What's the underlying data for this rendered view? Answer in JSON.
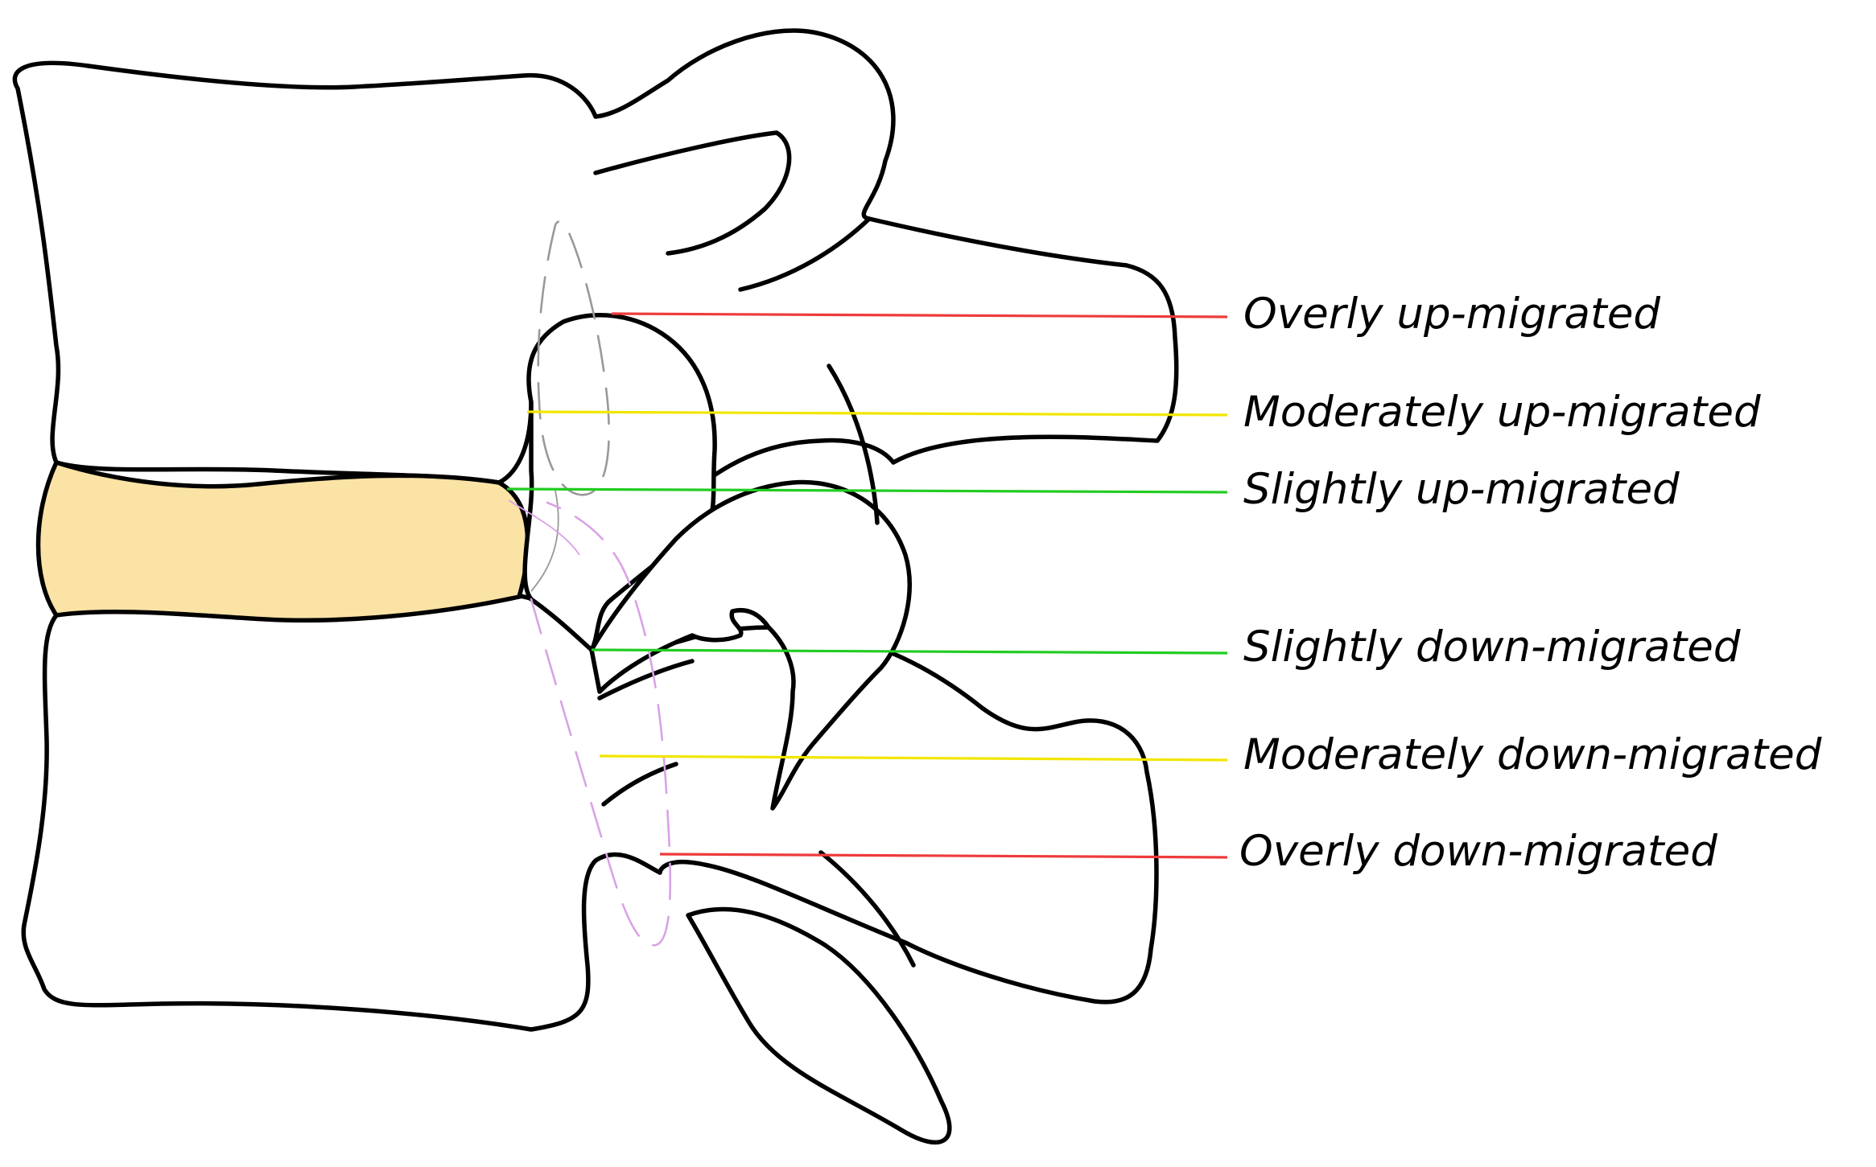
{
  "diagram": {
    "levels": [
      {
        "id": "overly-up",
        "label": "Overly up-migrated",
        "color": "#ee3b3b"
      },
      {
        "id": "moderately-up",
        "label": "Moderately up-migrated",
        "color": "#f2e600"
      },
      {
        "id": "slightly-up",
        "label": "Slightly up-migrated",
        "color": "#22cc22"
      },
      {
        "id": "slightly-down",
        "label": "Slightly down-migrated",
        "color": "#22cc22"
      },
      {
        "id": "moderately-down",
        "label": "Moderately down-migrated",
        "color": "#f2e600"
      },
      {
        "id": "overly-down",
        "label": "Overly down-migrated",
        "color": "#ee3b3b"
      }
    ],
    "colors": {
      "disc": "#fae3a5",
      "bone_outline": "#000000",
      "upper_fragment": "#999999",
      "lower_fragment": "#d9a3e6"
    }
  }
}
